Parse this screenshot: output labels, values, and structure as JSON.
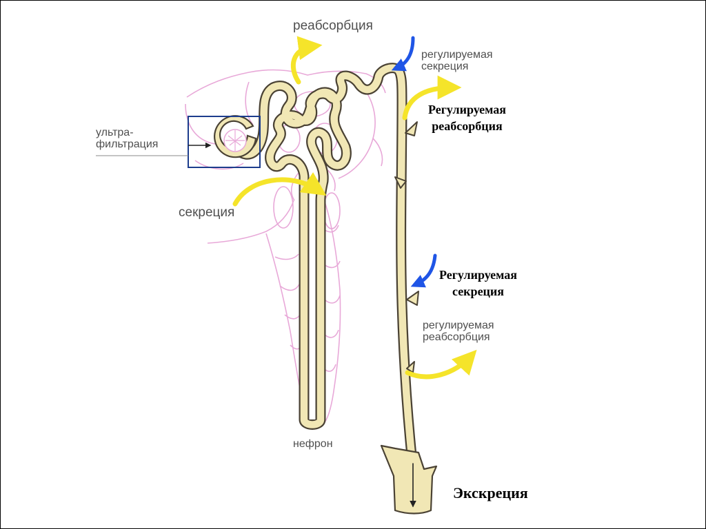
{
  "labels": {
    "reabsorption_top": "реабсорбция",
    "regulated_secretion_top": [
      "регулируемая",
      "секреция"
    ],
    "regulated_reabsorption_bold": [
      "Регулируемая",
      "реабсорбция"
    ],
    "ultrafiltration": [
      "ультра-",
      "фильтрация"
    ],
    "secretion": "секреция",
    "regulated_secretion_bold": [
      "Регулируемая",
      "секреция"
    ],
    "regulated_reabsorption_lower": [
      "регулируемая",
      "реабсорбция"
    ],
    "nephron": "нефрон",
    "excretion": "Экскреция"
  },
  "colors": {
    "tubule_fill": "#f1e7b5",
    "tubule_outline": "#4a4234",
    "capillaries": "#e8a8d8",
    "reabsorption_arrow": "#f5e42a",
    "secretion_arrow": "#1f55e6",
    "glomerulus_box": "#1c3c8c"
  }
}
